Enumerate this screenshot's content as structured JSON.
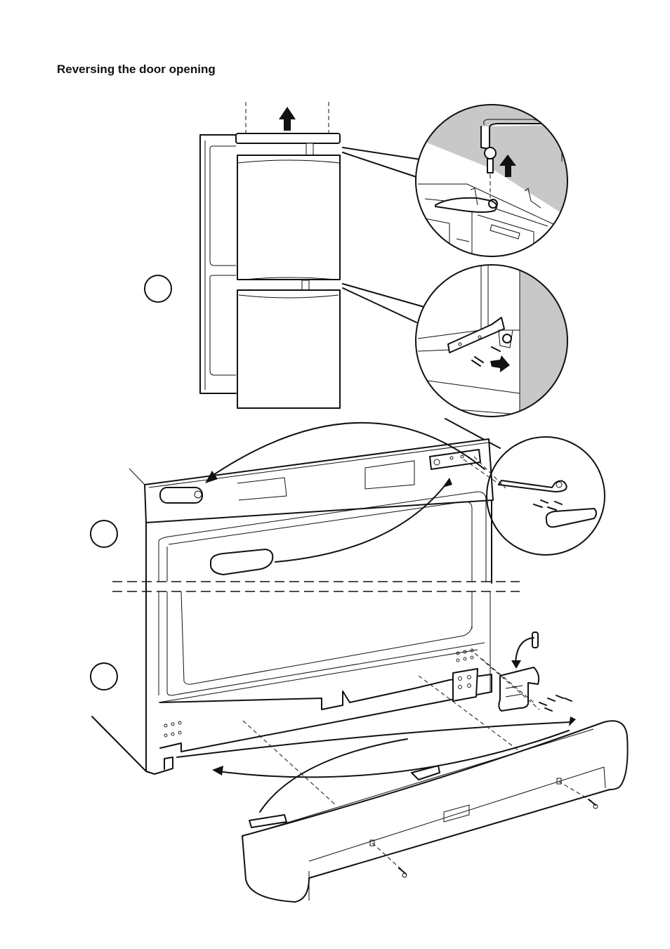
{
  "page": {
    "title": "Reversing the door opening"
  },
  "steps": [
    {
      "name": "step-1",
      "marker": ""
    },
    {
      "name": "step-2",
      "marker": ""
    },
    {
      "name": "step-3",
      "marker": ""
    }
  ]
}
